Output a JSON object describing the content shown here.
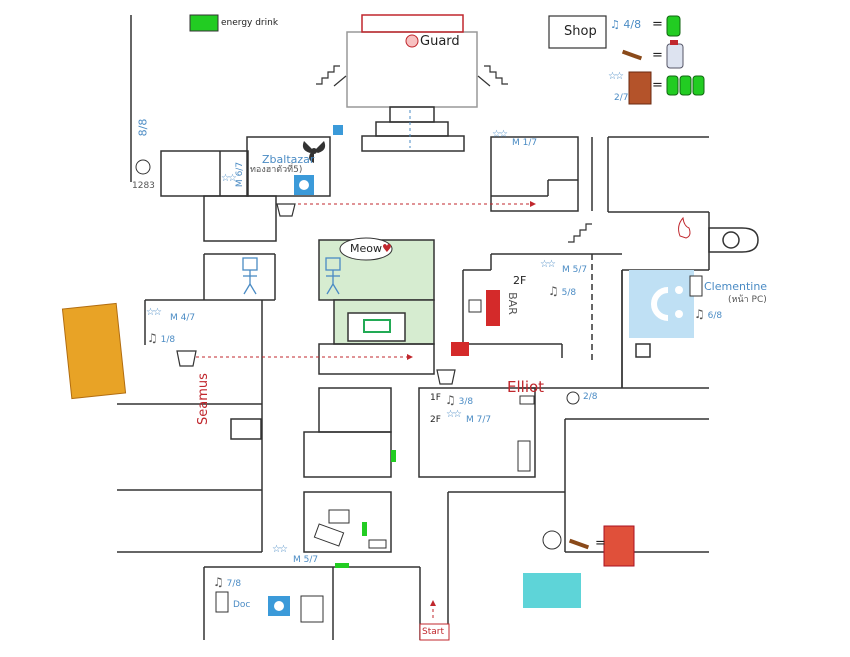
{
  "legend": {
    "energy_drink": "energy drink"
  },
  "shop": {
    "title": "Shop",
    "rows": [
      "4/8",
      "2/7"
    ],
    "equals": "="
  },
  "guard": {
    "label": "Guard"
  },
  "rooms": {
    "r88": "8/8",
    "code": "1283",
    "balthazar": "Zbaltazar",
    "balthazar_sub": "ทองฮาตัวที่5)",
    "balthazar_m": "M 6/7",
    "top_right_m": "M 1/7",
    "bar_floor": "2F",
    "bar_m": "M 5/7",
    "bar_music": "5/8",
    "bar_sign": "BAR",
    "clementine": "Clementine",
    "clementine_sub": "(หน้า PC)",
    "clementine_music": "6/8",
    "left_m": "M 4/7",
    "left_music": "1/8",
    "elliot": "Elliot",
    "elliot_1f": "1F",
    "elliot_1f_music": "3/8",
    "elliot_2f": "2F",
    "elliot_m": "M 7/7",
    "right_music": "2/8",
    "seamus": "Seamus",
    "meow": "Meow",
    "bottom_m": "M 5/7",
    "doc_music": "7/8",
    "doc": "Doc",
    "start": "Start",
    "equals": "="
  },
  "colors": {
    "wall": "#333333",
    "accent_blue": "#4a8bc4",
    "accent_red": "#c0272d",
    "green_room": "#d6ecd0",
    "energy": "#22cc22"
  }
}
